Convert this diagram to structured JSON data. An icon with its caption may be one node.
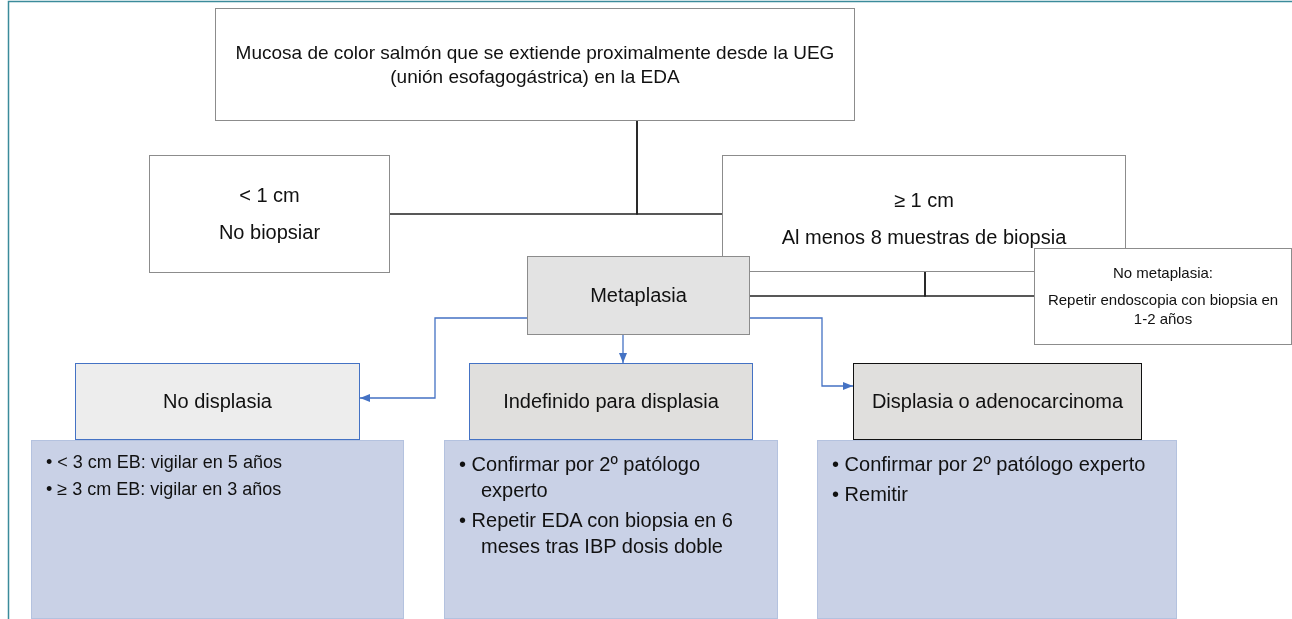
{
  "diagram": {
    "nodes": [
      {
        "text": [
          "Mucosa de color salmón que se extiende proximalmente desde la UEG (unión esofagogástrica) en la EDA"
        ]
      },
      {
        "text": [
          "< 1 cm",
          "No biopsiar"
        ]
      },
      {
        "text": [
          "≥ 1 cm",
          "Al menos 8 muestras de biopsia"
        ]
      },
      {
        "text": [
          "Metaplasia"
        ]
      },
      {
        "text": [
          "No metaplasia:",
          "Repetir endoscopia con biopsia en 1-2 años"
        ]
      },
      {
        "text": [
          "No displasia"
        ]
      },
      {
        "text": [
          "Indefinido para displasia"
        ]
      },
      {
        "text": [
          "Displasia o adenocarcinoma"
        ]
      },
      {
        "text": [
          "• < 3 cm EB: vigilar en 5 años",
          "• ≥ 3 cm EB: vigilar en 3 años"
        ]
      },
      {
        "text": [
          "• Confirmar por 2º patólogo experto",
          "• Repetir EDA con biopsia en 6 meses tras IBP dosis doble"
        ]
      },
      {
        "text": [
          "• Confirmar por 2º patólogo experto",
          "• Remitir"
        ]
      }
    ],
    "edges": [
      {
        "from": 0,
        "to": 1,
        "arrow": "none"
      },
      {
        "from": 0,
        "to": 2,
        "arrow": "none"
      },
      {
        "from": 2,
        "to": 3,
        "arrow": "none"
      },
      {
        "from": 2,
        "to": 4,
        "arrow": "none"
      },
      {
        "from": 3,
        "to": 5,
        "arrow": "to",
        "color": "#4472c4"
      },
      {
        "from": 3,
        "to": 6,
        "arrow": "to",
        "color": "#4472c4"
      },
      {
        "from": 3,
        "to": 7,
        "arrow": "to",
        "color": "#4472c4"
      }
    ]
  }
}
